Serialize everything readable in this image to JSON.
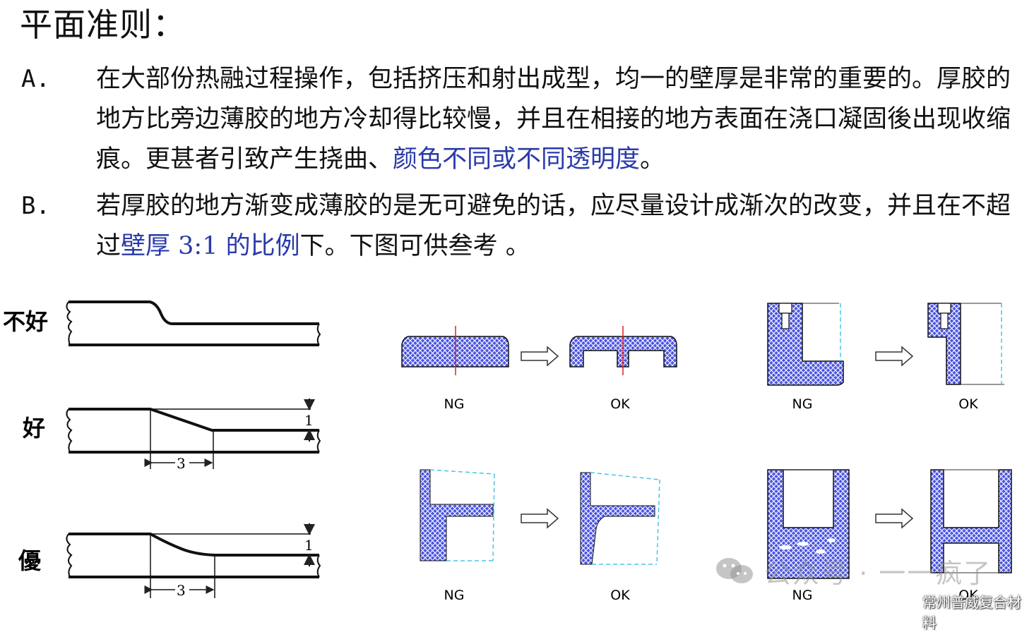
{
  "title": "平面准则：",
  "items": [
    {
      "label": "A.",
      "text_before": "在大部份热融过程操作，包括挤压和射出成型，均一的壁厚是非常的重要的。厚胶的地方比旁边薄胶的地方冷却得比较慢，并且在相接的地方表面在浇口凝固後出现收缩痕。更甚者引致产生挠曲、",
      "highlight": "颜色不同或不同透明度",
      "text_after": "。"
    },
    {
      "label": "B.",
      "text_before": "若厚胶的地方渐变成薄胶的是无可避免的话，应尽量设计成渐次的改变，并且在不超过",
      "highlight": "壁厚 3:1 的比例",
      "text_after": "下。下图可供叁考 。"
    }
  ],
  "profiles": {
    "bad": "不好",
    "good": "好",
    "best": "優",
    "ratio_long": "3",
    "ratio_short": "1"
  },
  "captions": {
    "ng": "NG",
    "ok": "OK"
  },
  "watermark": {
    "account": "公众号 · 一一疯了",
    "company": "常州普威复合材料"
  },
  "colors": {
    "hatch_fill": "#4a55e0",
    "accent_text": "#2a3aa8",
    "center_line": "#e02020",
    "dashed_edge": "#49c6e5"
  }
}
